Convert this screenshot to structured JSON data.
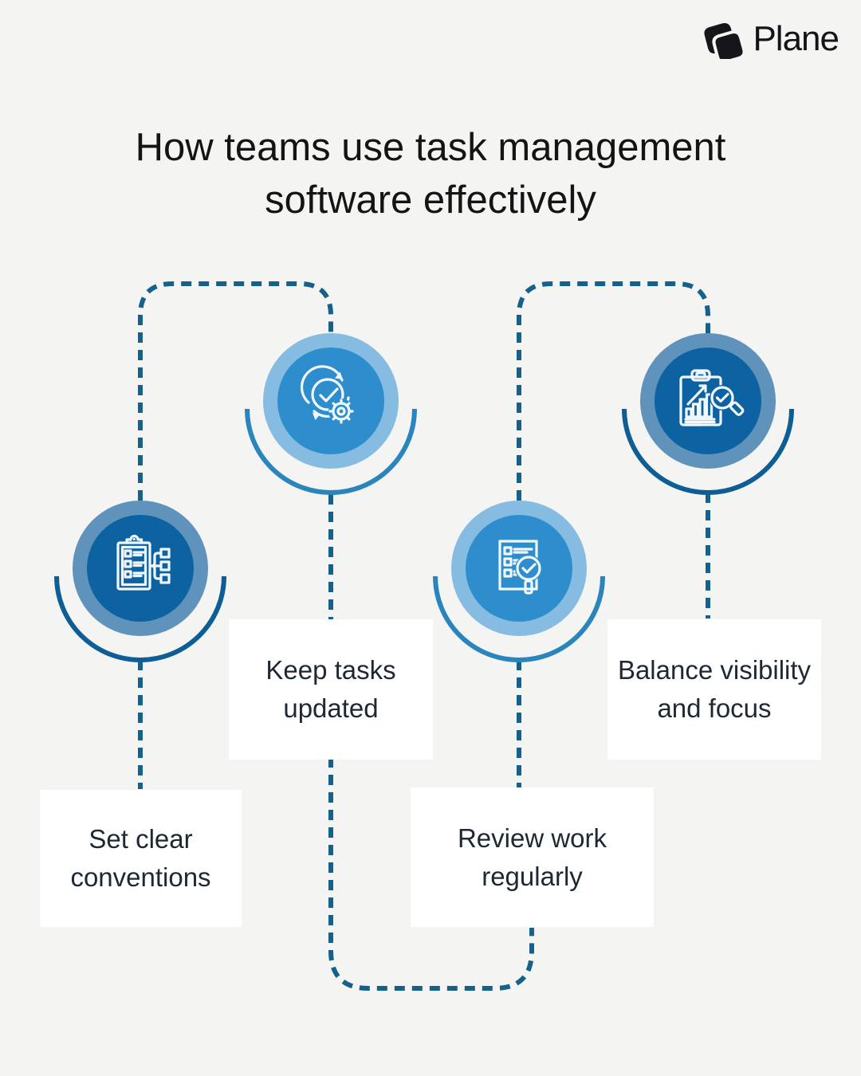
{
  "logo": {
    "brand": "Plane",
    "mark_icon": "plane-logo-icon",
    "mark_color": "#15151a"
  },
  "title": {
    "line1": "How teams use task management",
    "line2": "software effectively"
  },
  "steps": [
    {
      "id": "set-clear-conventions",
      "label_line1": "Set clear",
      "label_line2": "conventions",
      "icon": "clipboard-checklist-hierarchy-icon",
      "style": "dark"
    },
    {
      "id": "keep-tasks-updated",
      "label_line1": "Keep tasks",
      "label_line2": "updated",
      "icon": "refresh-check-gear-icon",
      "style": "light"
    },
    {
      "id": "review-work-regularly",
      "label_line1": "Review work",
      "label_line2": "regularly",
      "icon": "checklist-magnifier-check-icon",
      "style": "light"
    },
    {
      "id": "balance-visibility-focus",
      "label_line1": "Balance visibility",
      "label_line2": "and focus",
      "icon": "report-chart-magnifier-icon",
      "style": "dark"
    }
  ],
  "colors": {
    "background": "#f4f4f2",
    "label_box": "#ffffff",
    "label_text": "#1e2833",
    "title_text": "#141414",
    "connector_dash": "#15618b",
    "circle_dark_ring": "#5f93bb",
    "circle_dark_fill": "#0d63a1",
    "circle_dark_arc": "#0e5e95",
    "circle_light_ring": "#86bce2",
    "circle_light_fill": "#2e8ecd",
    "circle_light_arc": "#2b85bd",
    "icon_stroke": "#f0f8fd"
  }
}
